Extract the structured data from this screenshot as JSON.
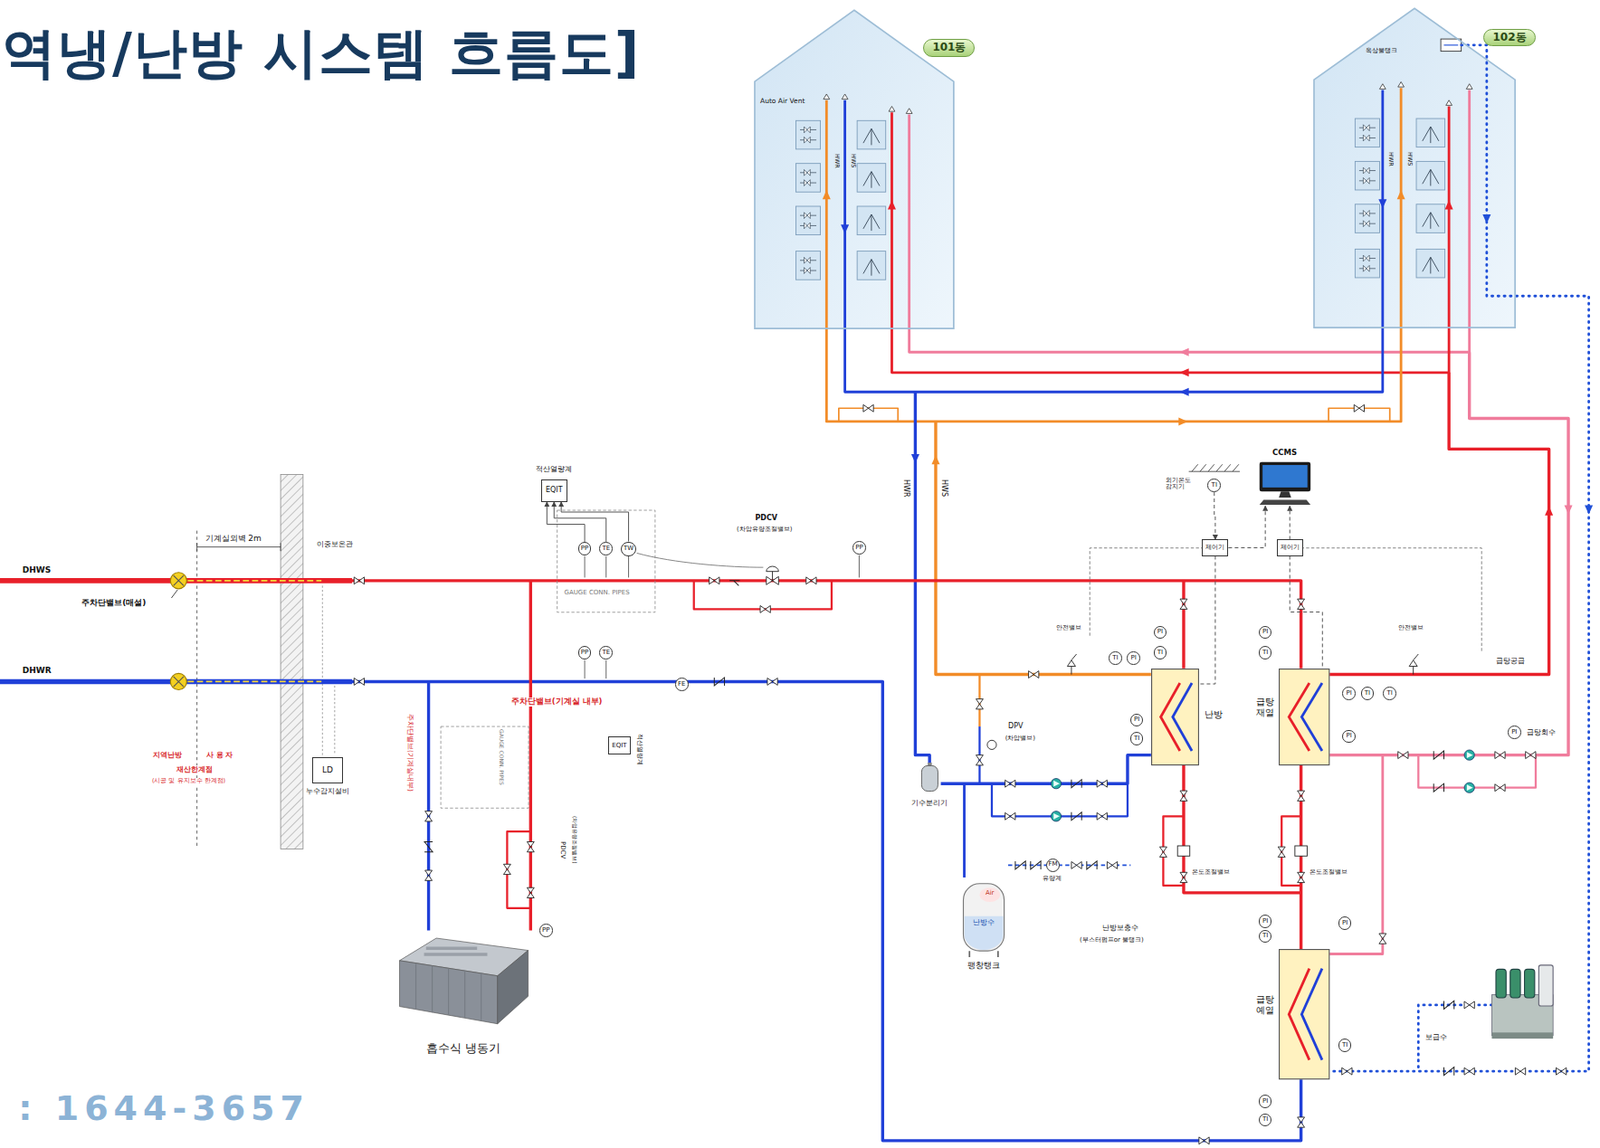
{
  "diagram": {
    "title": "역냉/난방 시스템 흐름도]",
    "nodes": [
      {
        "text": [
          "101동"
        ]
      },
      {
        "text": [
          "102동"
        ]
      },
      {
        "text": [
          "적산열량계",
          "EQIT"
        ]
      },
      {
        "text": [
          "CCMS"
        ]
      },
      {
        "text": [
          "제어기"
        ]
      },
      {
        "text": [
          "제어기"
        ]
      },
      {
        "text": [
          "PP"
        ]
      },
      {
        "text": [
          "TE"
        ]
      },
      {
        "text": [
          "TW"
        ]
      },
      {
        "text": [
          "PP"
        ]
      },
      {
        "text": [
          "PP"
        ]
      },
      {
        "text": [
          "TE"
        ]
      },
      {
        "text": [
          "FE"
        ]
      },
      {
        "text": [
          "LD",
          "누수감지설비"
        ]
      },
      {
        "text": [
          "EQIT",
          "적산열량계"
        ]
      },
      {
        "text": [
          "TI"
        ]
      },
      {
        "text": [
          "난방"
        ]
      },
      {
        "text": [
          "급탕 재열"
        ]
      },
      {
        "text": [
          "기수분리기"
        ]
      },
      {
        "text": [
          "FM"
        ]
      },
      {
        "text": [
          "Air",
          "난방수",
          "팽창탱크"
        ]
      },
      {
        "text": [
          "흡수식 냉동기"
        ]
      },
      {
        "text": [
          "급탕 예열"
        ]
      },
      {
        "text": [
          "PI"
        ]
      },
      {
        "text": [
          "TI"
        ]
      },
      {
        "text": [
          "TI"
        ]
      },
      {
        "text": [
          "PI"
        ]
      },
      {
        "text": [
          "PI"
        ]
      },
      {
        "text": [
          "TI"
        ]
      },
      {
        "text": [
          "PI"
        ]
      },
      {
        "text": [
          "TI"
        ]
      },
      {
        "text": [
          "PI"
        ]
      },
      {
        "text": [
          "TI"
        ]
      },
      {
        "text": [
          "TI"
        ]
      },
      {
        "text": [
          "PI"
        ]
      },
      {
        "text": [
          "PI"
        ]
      },
      {
        "text": [
          "PI"
        ]
      },
      {
        "text": [
          "TI"
        ]
      },
      {
        "text": [
          "PI"
        ]
      },
      {
        "text": [
          "TI"
        ]
      },
      {
        "text": [
          "PI"
        ]
      },
      {
        "text": [
          "TI"
        ]
      },
      {
        "text": [
          "PP"
        ]
      }
    ],
    "edges": [
      {
        "from": 4,
        "to": 3,
        "arrow": "to"
      },
      {
        "from": 5,
        "to": 3,
        "arrow": "to"
      },
      {
        "from": 15,
        "to": 4,
        "arrow": "to"
      },
      {
        "from": 6,
        "to": 2,
        "arrow": "to"
      },
      {
        "from": 7,
        "to": 2,
        "arrow": "to"
      },
      {
        "from": 8,
        "to": 2,
        "arrow": "to"
      },
      {
        "from": 4,
        "to": 16,
        "arrow": "none"
      },
      {
        "from": 5,
        "to": 17,
        "arrow": "none"
      }
    ],
    "labels": [
      "Auto Air Vent",
      "HWR",
      "HWS",
      "옥상물탱크",
      "HWR",
      "HWS",
      "HWR",
      "HWS",
      "DHWS",
      "DHWR",
      "주차단밸브(매설)",
      "기계실외벽 2m",
      "이중보온관",
      "PDCV",
      "(차압유량조절밸브)",
      "GAUGE CONN. PIPES",
      "지역난방",
      "사 용 자",
      "재산한계점",
      "(시공 및 유지보수 한계점)",
      "주차단밸브(기계실 내부)",
      "주차단밸브(기계실내부)",
      "GAUGE CONN. PIPES",
      "PDCV",
      "(차압유량조절밸브)",
      "외기온도 감지기",
      "안전밸브",
      "안전밸브",
      "DPV",
      "(차압밸브)",
      "온도조절밸브",
      "온도조절밸브",
      "유량계",
      "난방보충수",
      "(부스터펌프or 물탱크)",
      "급탕공급",
      "급탕회수",
      "보급수",
      ": 1644-3657"
    ]
  }
}
